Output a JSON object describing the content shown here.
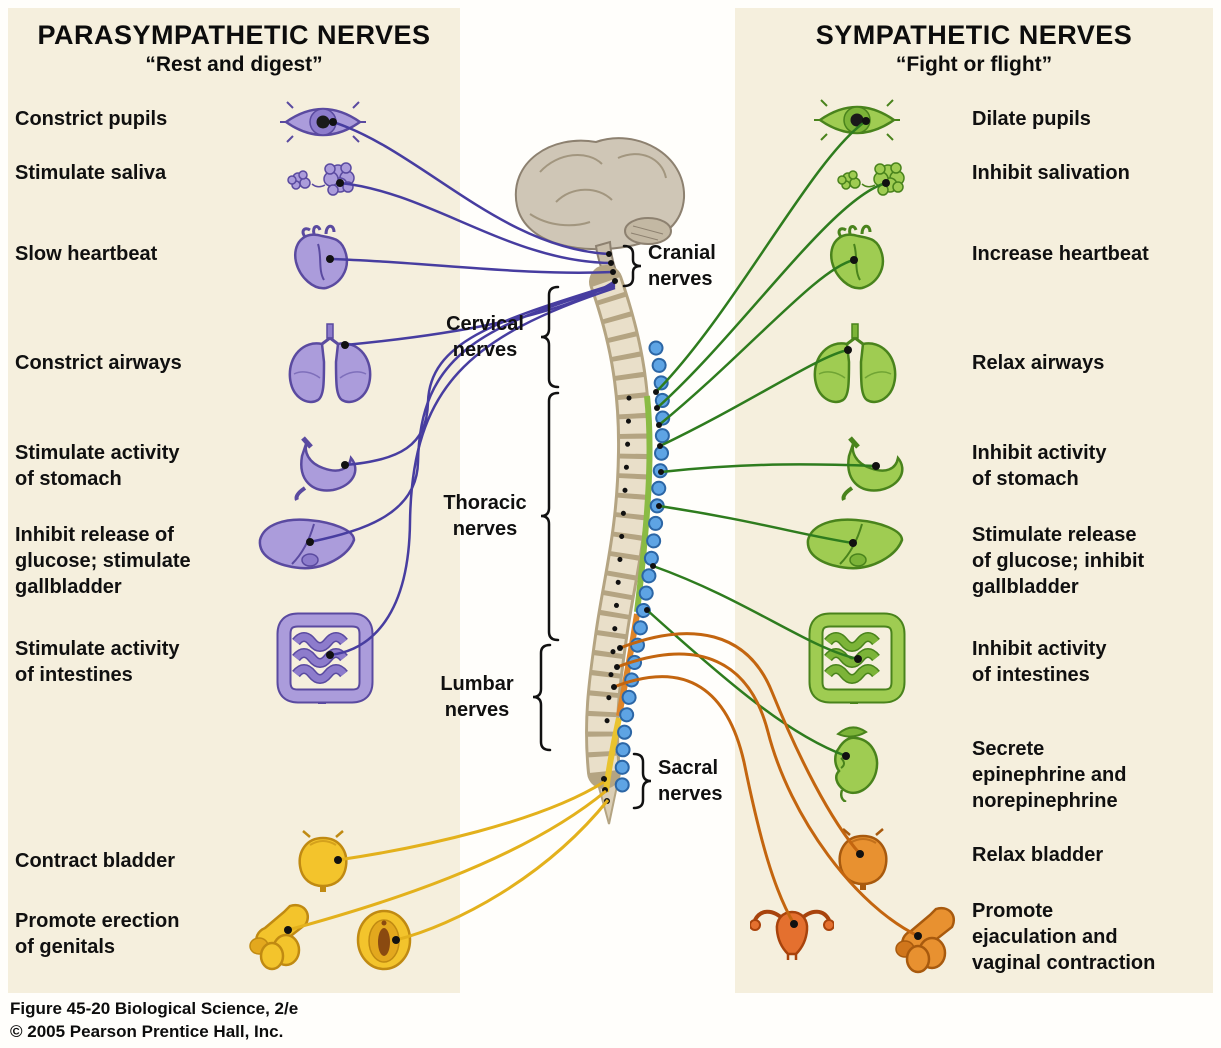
{
  "left_panel": {
    "title": "PARASYMPATHETIC NERVES",
    "subtitle": "“Rest and digest”",
    "items": [
      {
        "label": "Constrict pupils",
        "organ": "eye"
      },
      {
        "label": "Stimulate saliva",
        "organ": "salivary-glands"
      },
      {
        "label": "Slow heartbeat",
        "organ": "heart"
      },
      {
        "label": "Constrict airways",
        "organ": "lungs"
      },
      {
        "label": "Stimulate activity\nof stomach",
        "organ": "stomach"
      },
      {
        "label": "Inhibit release of\nglucose; stimulate\ngallbladder",
        "organ": "liver"
      },
      {
        "label": "Stimulate activity\nof intestines",
        "organ": "intestines"
      },
      {
        "label": "Contract bladder",
        "organ": "bladder"
      },
      {
        "label": "Promote erection\nof genitals",
        "organ": "genitals"
      }
    ]
  },
  "right_panel": {
    "title": "SYMPATHETIC NERVES",
    "subtitle": "“Fight or flight”",
    "items": [
      {
        "label": "Dilate pupils",
        "organ": "eye"
      },
      {
        "label": "Inhibit salivation",
        "organ": "salivary-glands"
      },
      {
        "label": "Increase heartbeat",
        "organ": "heart"
      },
      {
        "label": "Relax airways",
        "organ": "lungs"
      },
      {
        "label": "Inhibit activity\nof stomach",
        "organ": "stomach"
      },
      {
        "label": "Stimulate release\nof glucose; inhibit\ngallbladder",
        "organ": "liver"
      },
      {
        "label": "Inhibit activity\nof intestines",
        "organ": "intestines"
      },
      {
        "label": "Secrete\nepinephrine and\nnorepinephrine",
        "organ": "kidney-adrenal"
      },
      {
        "label": "Relax bladder",
        "organ": "bladder"
      },
      {
        "label": "Promote\nejaculation and\nvaginal contraction",
        "organ": "genitals"
      }
    ]
  },
  "spine": {
    "labels": [
      {
        "text": "Cranial\nnerves"
      },
      {
        "text": "Cervical\nnerves"
      },
      {
        "text": "Thoracic\nnerves"
      },
      {
        "text": "Lumbar\nnerves"
      },
      {
        "text": "Sacral\nnerves"
      }
    ]
  },
  "caption": {
    "line1": "Figure 45-20  Biological Science, 2/e",
    "line2": "© 2005 Pearson Prentice Hall, Inc."
  },
  "colors": {
    "parasympathetic_nerve": "#473da0",
    "sacral_parasympathetic_nerve": "#e3b11c",
    "sympathetic_nerve": "#2e7c1e",
    "lumbar_sympathetic_nerve": "#c3650f",
    "sympathetic_chain_ganglia": "#4f97d7",
    "panel_background": "#f5efdd"
  }
}
